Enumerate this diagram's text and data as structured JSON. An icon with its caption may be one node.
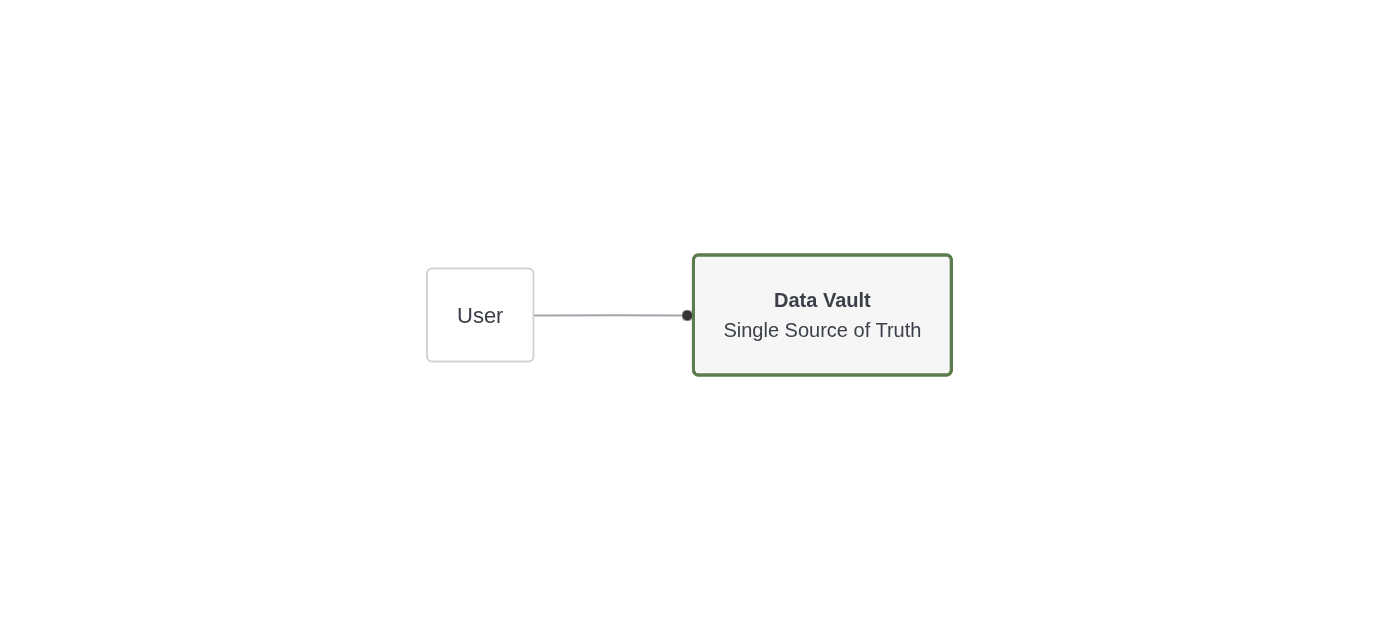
{
  "diagram": {
    "nodes": [
      {
        "text": [
          "User"
        ]
      },
      {
        "text": [
          "Data Vault",
          "Single Source of Truth"
        ]
      }
    ],
    "edges": [
      {
        "from": 0,
        "to": 1,
        "arrow": "other"
      }
    ]
  }
}
